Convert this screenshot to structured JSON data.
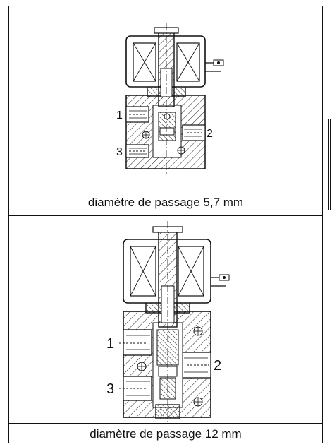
{
  "panels": [
    {
      "caption": "diamètre de passage 5,7 mm",
      "ports": [
        "1",
        "2",
        "3"
      ]
    },
    {
      "caption": "diamètre de passage 12 mm",
      "ports": [
        "1",
        "2",
        "3"
      ]
    }
  ]
}
